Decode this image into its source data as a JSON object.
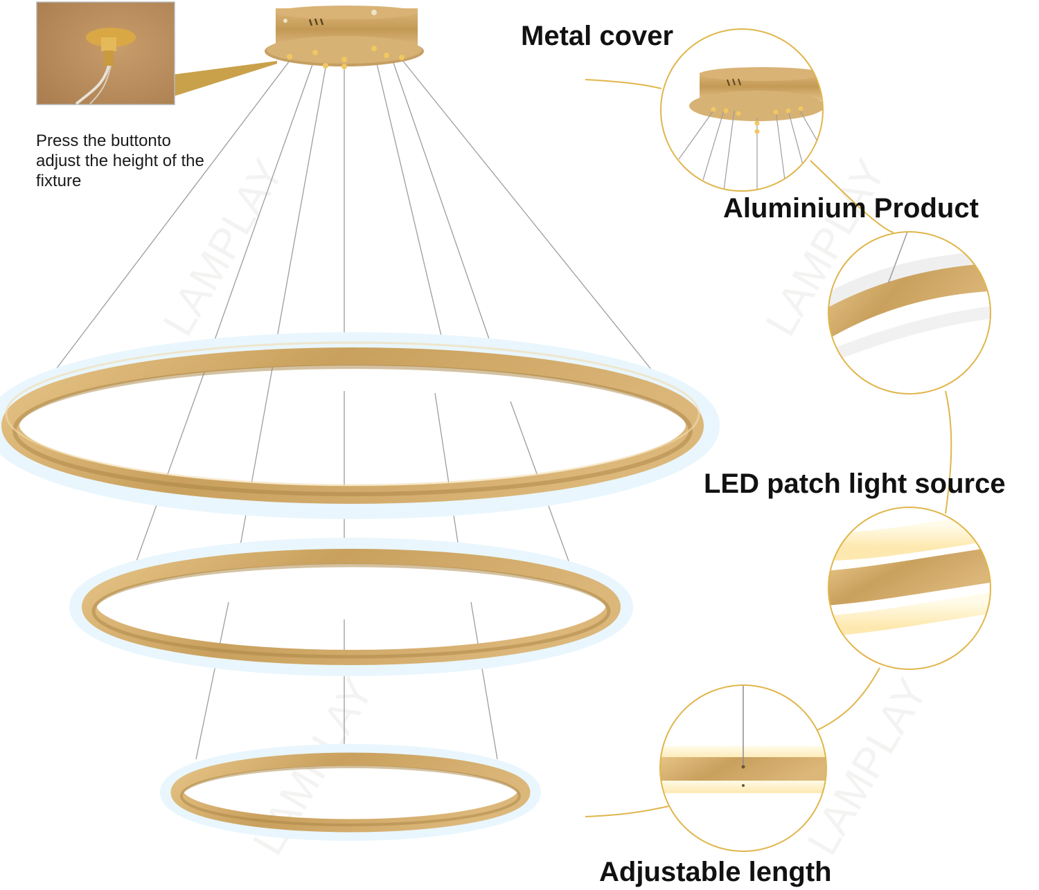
{
  "callouts": {
    "metal_cover": "Metal cover",
    "aluminium_product": "Aluminium Product",
    "led_source": "LED patch light source",
    "adjustable_length": "Adjustable length"
  },
  "inset": {
    "note": "Press the buttonto adjust the height of the fixture"
  },
  "watermark": "LAMPLAY",
  "colors": {
    "gold_light": "#e6c487",
    "gold": "#c9a05d",
    "gold_dark": "#a57f40",
    "halo": "#e8f5fd",
    "callout_line": "#e0b54a",
    "wire": "#9a9a9a",
    "inset_bg": "#bd9260",
    "text": "#111111"
  }
}
